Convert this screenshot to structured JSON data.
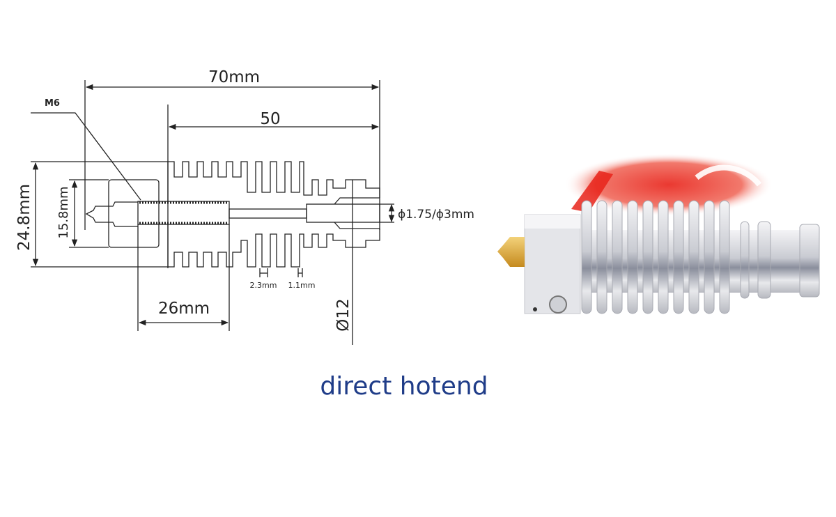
{
  "drawing": {
    "overall_length": "70mm",
    "heatsink_length": "50",
    "thread_label": "M6",
    "overall_height": "24.8mm",
    "block_height": "15.8mm",
    "filament_diameter": "ϕ1.75/ϕ3mm",
    "fin_pitch": "2.3mm",
    "fin_thickness": "1.1mm",
    "throat_length": "26mm",
    "mount_diameter": "Ø12"
  },
  "caption": "direct hotend",
  "colors": {
    "caption": "#1f3c88",
    "line": "#222222",
    "brass": "#d9a23a",
    "wire_red": "#e8231a"
  }
}
